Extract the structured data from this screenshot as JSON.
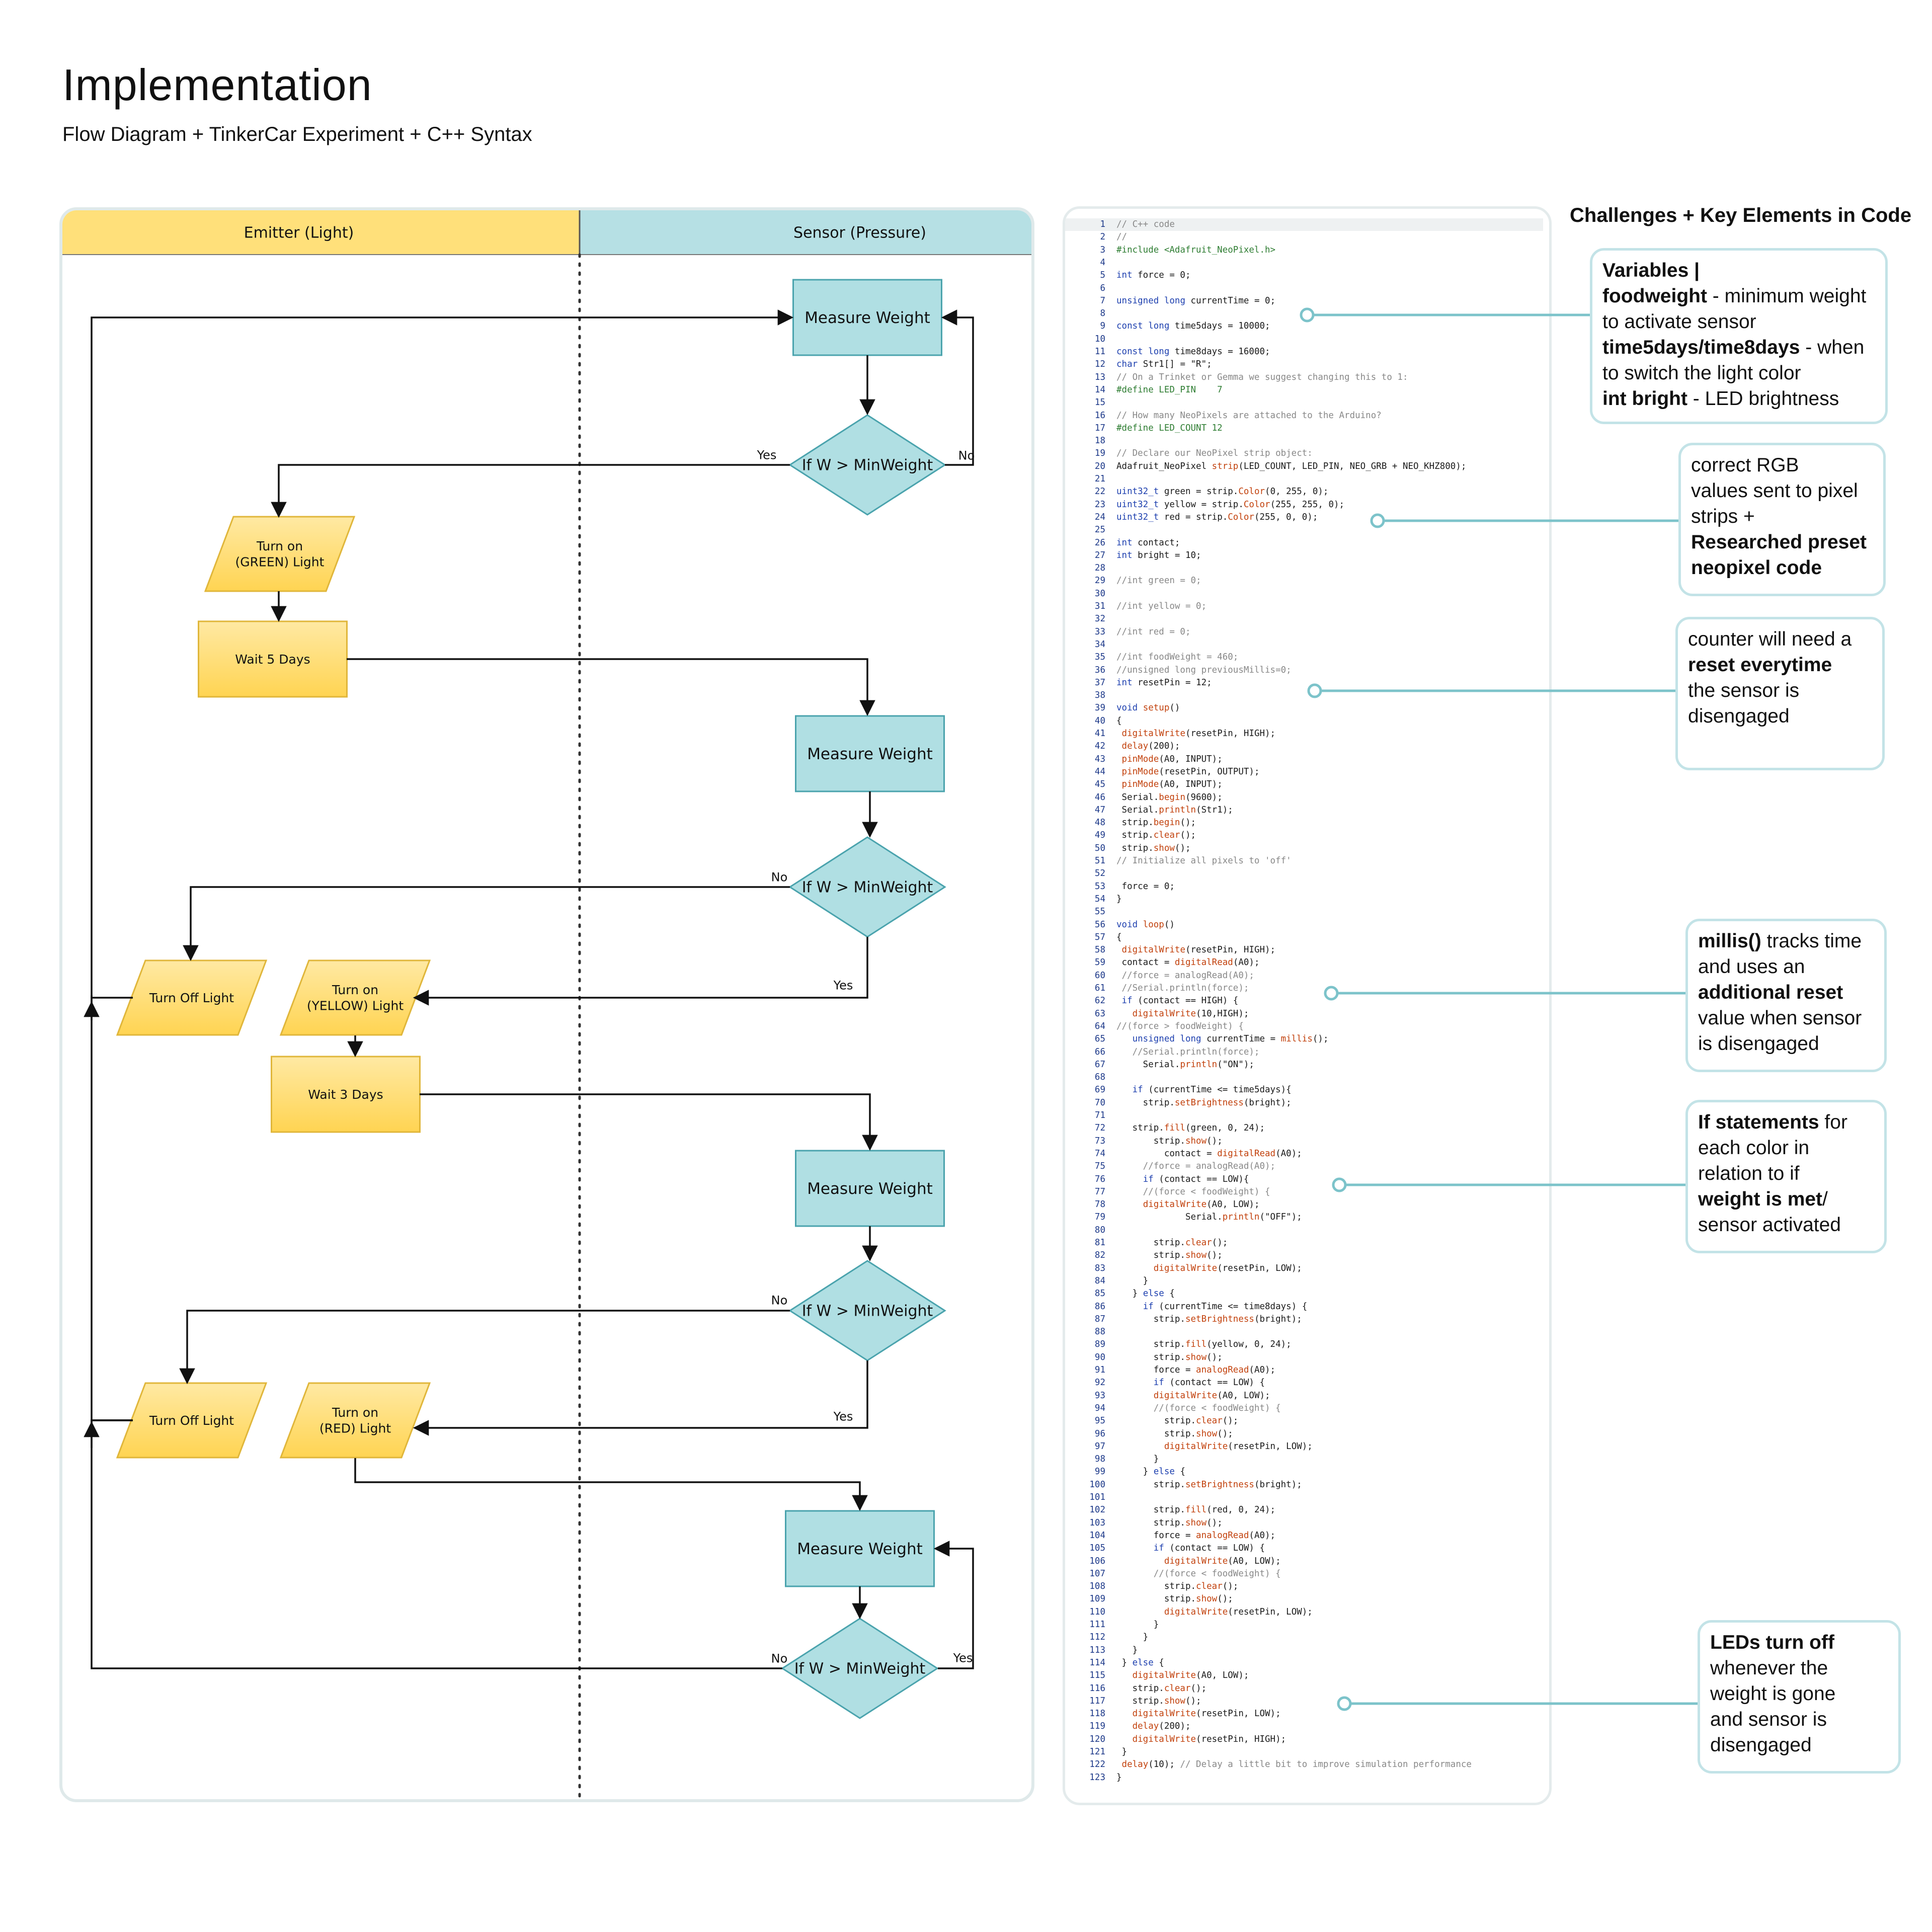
{
  "page": {
    "title": "Implementation",
    "subtitle": "Flow Diagram + TinkerCar Experiment + C++ Syntax"
  },
  "flow": {
    "lanes": [
      "Emitter (Light)",
      "Sensor (Pressure)"
    ],
    "nodes": {
      "measure": "Measure Weight",
      "decision": "If W > MinWeight",
      "green": [
        "Turn on",
        "(GREEN) Light"
      ],
      "yellow": [
        "Turn on",
        "(YELLOW) Light"
      ],
      "red": [
        "Turn on",
        "(RED) Light"
      ],
      "off": "Turn Off Light",
      "wait5": "Wait 5 Days",
      "wait3": "Wait 3 Days"
    },
    "branch_labels": {
      "yes": "Yes",
      "no": "No"
    }
  },
  "code": [
    "// C++ code",
    "//",
    "#include <Adafruit_NeoPixel.h>",
    "",
    "int force = 0;",
    "",
    "unsigned long currentTime = 0;",
    "",
    "const long time5days = 10000;",
    "",
    "const long time8days = 16000;",
    "char Str1[] = \"R\";",
    "// On a Trinket or Gemma we suggest changing this to 1:",
    "#define LED_PIN    7",
    "",
    "// How many NeoPixels are attached to the Arduino?",
    "#define LED_COUNT 12",
    "",
    "// Declare our NeoPixel strip object:",
    "Adafruit_NeoPixel strip(LED_COUNT, LED_PIN, NEO_GRB + NEO_KHZ800);",
    "",
    "uint32_t green = strip.Color(0, 255, 0);",
    "uint32_t yellow = strip.Color(255, 255, 0);",
    "uint32_t red = strip.Color(255, 0, 0);",
    "",
    "int contact;",
    "int bright = 10;",
    "",
    "//int green = 0;",
    "",
    "//int yellow = 0;",
    "",
    "//int red = 0;",
    "",
    "//int foodWeight = 460;",
    "//unsigned long previousMillis=0;",
    "int resetPin = 12;",
    "",
    "void setup()",
    "{",
    " digitalWrite(resetPin, HIGH);",
    " delay(200);",
    " pinMode(A0, INPUT);",
    " pinMode(resetPin, OUTPUT);",
    " pinMode(A0, INPUT);",
    " Serial.begin(9600);",
    " Serial.println(Str1);",
    " strip.begin();",
    " strip.clear();",
    " strip.show();",
    "// Initialize all pixels to 'off'",
    "",
    " force = 0;",
    "}",
    "",
    "void loop()",
    "{",
    " digitalWrite(resetPin, HIGH);",
    " contact = digitalRead(A0);",
    " //force = analogRead(A0);",
    " //Serial.println(force);",
    " if (contact == HIGH) {",
    "   digitalWrite(10,HIGH);",
    "//(force > foodWeight) {",
    "   unsigned long currentTime = millis();",
    "   //Serial.println(force);",
    "     Serial.println(\"ON\");",
    "",
    "   if (currentTime <= time5days){",
    "     strip.setBrightness(bright);",
    "",
    "   strip.fill(green, 0, 24);",
    "       strip.show();",
    "         contact = digitalRead(A0);",
    "     //force = analogRead(A0);",
    "     if (contact == LOW){",
    "     //(force < foodWeight) {",
    "     digitalWrite(A0, LOW);",
    "             Serial.println(\"OFF\");",
    "",
    "       strip.clear();",
    "       strip.show();",
    "       digitalWrite(resetPin, LOW);",
    "     }",
    "   } else {",
    "     if (currentTime <= time8days) {",
    "       strip.setBrightness(bright);",
    "",
    "       strip.fill(yellow, 0, 24);",
    "       strip.show();",
    "       force = analogRead(A0);",
    "       if (contact == LOW) {",
    "       digitalWrite(A0, LOW);",
    "       //(force < foodWeight) {",
    "         strip.clear();",
    "         strip.show();",
    "         digitalWrite(resetPin, LOW);",
    "       }",
    "     } else {",
    "       strip.setBrightness(bright);",
    "",
    "       strip.fill(red, 0, 24);",
    "       strip.show();",
    "       force = analogRead(A0);",
    "       if (contact == LOW) {",
    "         digitalWrite(A0, LOW);",
    "       //(force < foodWeight) {",
    "         strip.clear();",
    "         strip.show();",
    "         digitalWrite(resetPin, LOW);",
    "       }",
    "     }",
    "   }",
    " } else {",
    "   digitalWrite(A0, LOW);",
    "   strip.clear();",
    "   strip.show();",
    "   digitalWrite(resetPin, LOW);",
    "   delay(200);",
    "   digitalWrite(resetPin, HIGH);",
    " }",
    " delay(10); // Delay a little bit to improve simulation performance",
    "}"
  ],
  "annotations": {
    "title": "Challenges + Key Elements in Code",
    "boxes": [
      [
        [
          {
            "t": "Variables |",
            "b": true
          }
        ],
        [
          {
            "t": "foodweight",
            "b": true
          },
          {
            "t": " - minimum weight",
            "b": false
          }
        ],
        [
          {
            "t": "to activate sensor",
            "b": false
          }
        ],
        [
          {
            "t": "time5days/time8days",
            "b": true
          },
          {
            "t": " - when",
            "b": false
          }
        ],
        [
          {
            "t": "to switch the light color",
            "b": false
          }
        ],
        [
          {
            "t": "int bright",
            "b": true
          },
          {
            "t": " - LED brightness",
            "b": false
          }
        ]
      ],
      [
        [
          {
            "t": "correct RGB",
            "b": false
          }
        ],
        [
          {
            "t": "values sent to pixel",
            "b": false
          }
        ],
        [
          {
            "t": "strips +",
            "b": false
          }
        ],
        [
          {
            "t": "Researched preset",
            "b": true
          }
        ],
        [
          {
            "t": "neopixel code",
            "b": true
          }
        ]
      ],
      [
        [
          {
            "t": "counter will need a",
            "b": false
          }
        ],
        [
          {
            "t": "reset everytime",
            "b": true
          }
        ],
        [
          {
            "t": "the sensor is",
            "b": false
          }
        ],
        [
          {
            "t": "disengaged",
            "b": false
          }
        ]
      ],
      [
        [
          {
            "t": "millis()",
            "b": true
          },
          {
            "t": " tracks time",
            "b": false
          }
        ],
        [
          {
            "t": "and uses an",
            "b": false
          }
        ],
        [
          {
            "t": "additional reset",
            "b": true
          }
        ],
        [
          {
            "t": "value when sensor",
            "b": false
          }
        ],
        [
          {
            "t": "is disengaged",
            "b": false
          }
        ]
      ],
      [
        [
          {
            "t": "If statements",
            "b": true
          },
          {
            "t": " for",
            "b": false
          }
        ],
        [
          {
            "t": "each color in",
            "b": false
          }
        ],
        [
          {
            "t": "relation to if",
            "b": false
          }
        ],
        [
          {
            "t": "weight is met",
            "b": true
          },
          {
            "t": "/",
            "b": false
          }
        ],
        [
          {
            "t": "sensor activated",
            "b": false
          }
        ]
      ],
      [
        [
          {
            "t": "LEDs turn off",
            "b": true
          }
        ],
        [
          {
            "t": "whenever the",
            "b": false
          }
        ],
        [
          {
            "t": "weight is gone",
            "b": false
          }
        ],
        [
          {
            "t": "and sensor is",
            "b": false
          }
        ],
        [
          {
            "t": "disengaged",
            "b": false
          }
        ]
      ]
    ]
  },
  "colors": {
    "teal_fill": "#b0dfe3",
    "teal_stroke": "#4aa3ad",
    "yellow_fill": "#ffd862",
    "yellow_stroke": "#e0b63a",
    "lane_yellow": "#ffe07a",
    "annotation_border": "#c3e3e7"
  }
}
